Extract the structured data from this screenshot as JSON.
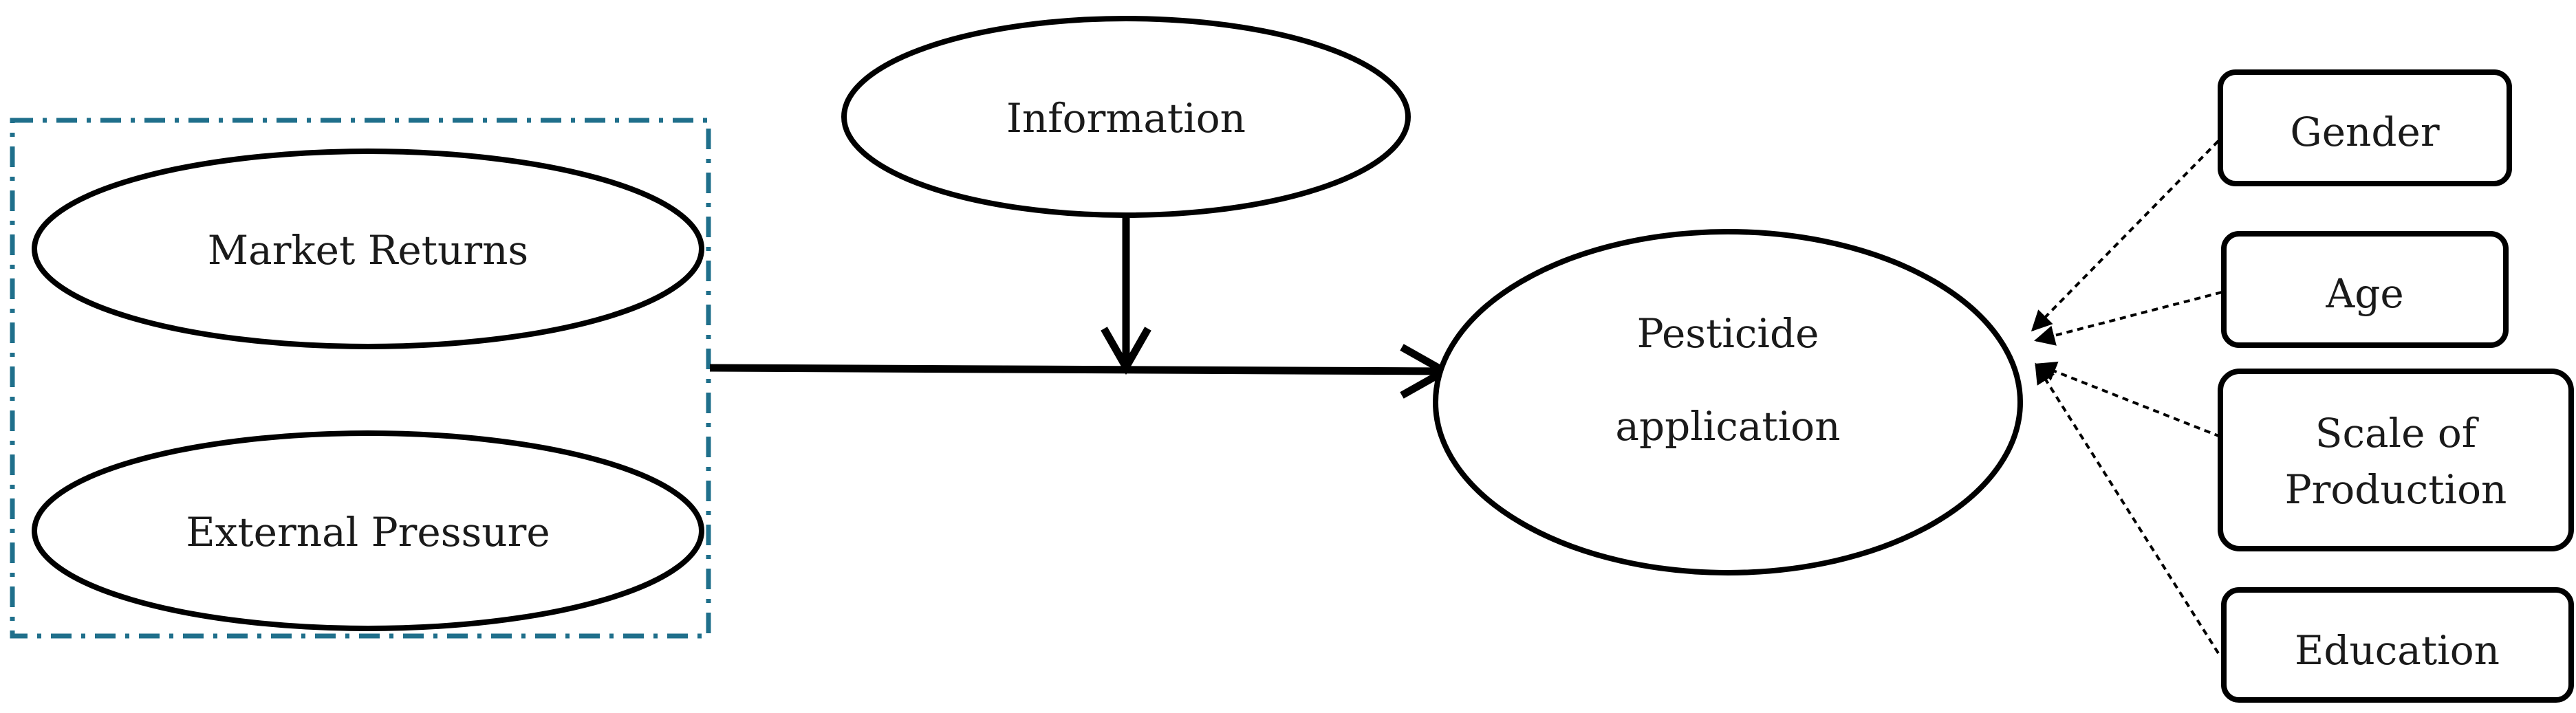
{
  "diagram": {
    "nodes": {
      "information": {
        "label": "Information"
      },
      "market_returns": {
        "label": "Market Returns"
      },
      "external_pressure": {
        "label": "External Pressure"
      },
      "pesticide_line1": {
        "label": "Pesticide"
      },
      "pesticide_line2": {
        "label": "application"
      },
      "gender": {
        "label": "Gender"
      },
      "age": {
        "label": "Age"
      },
      "scale_line1": {
        "label": "Scale of"
      },
      "scale_line2": {
        "label": "Production"
      },
      "education": {
        "label": "Education"
      }
    },
    "colors": {
      "stroke": "#000000",
      "group_border": "#1f6f8b",
      "background": "#ffffff"
    }
  }
}
